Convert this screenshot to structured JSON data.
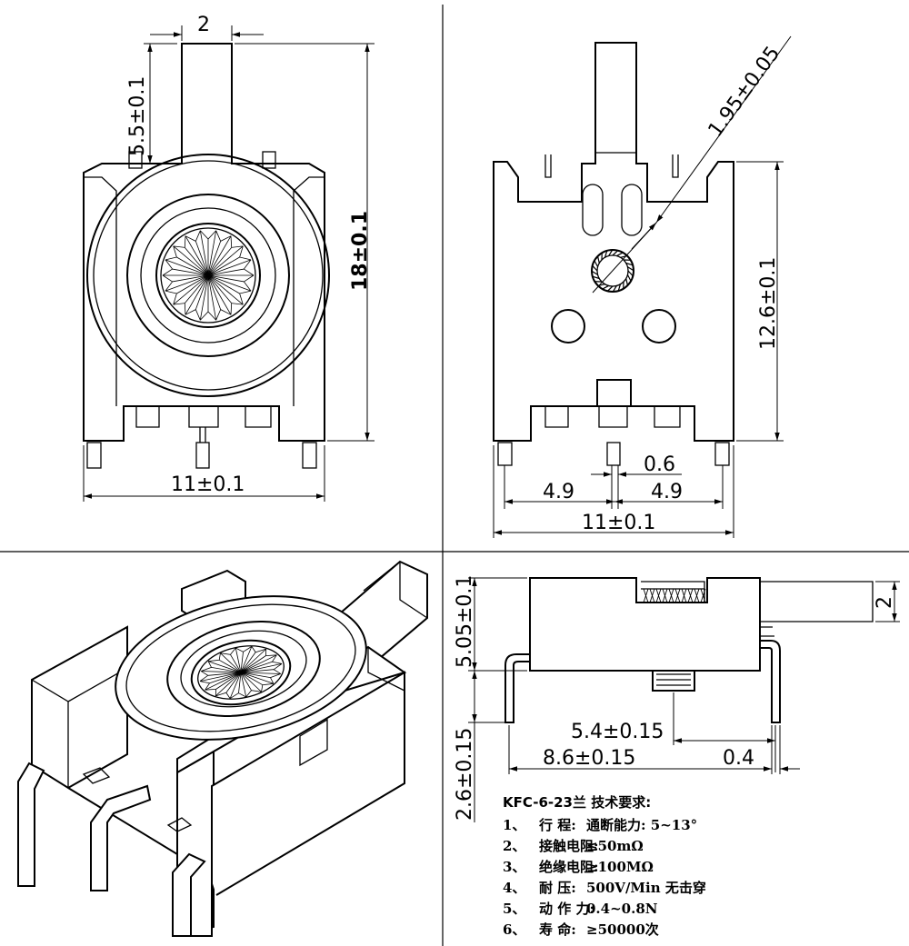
{
  "top_left_view": {
    "dim_width_top": "2",
    "dim_shaft": "5.5±0.1",
    "dim_height": "18±0.1",
    "dim_width": "11±0.1"
  },
  "top_right_view": {
    "dim_hole": "1.95±0.05",
    "dim_height": "12.6±0.1",
    "dim_pin_width": "0.6",
    "dim_pitch_left": "4.9",
    "dim_pitch_right": "4.9",
    "dim_width": "11±0.1"
  },
  "side_view": {
    "dim_top": "5.05±0.1",
    "dim_lead": "2.6±0.15",
    "dim_shaft_end": "2",
    "dim_mid": "5.4±0.15",
    "dim_full": "8.6±0.15",
    "dim_thick": "0.4"
  },
  "notes": {
    "title": "KFC-6-23兰 技术要求:",
    "items": [
      {
        "num": "1、",
        "label": "行  程:",
        "value": "通断能力: 5~13°"
      },
      {
        "num": "2、",
        "label": "接触电阻:",
        "value": "≤50mΩ"
      },
      {
        "num": "3、",
        "label": "绝缘电阻:",
        "value": "≥100MΩ"
      },
      {
        "num": "4、",
        "label": "耐  压:",
        "value": "500V/Min  无击穿"
      },
      {
        "num": "5、",
        "label": "动 作 力:",
        "value": "0.4~0.8N"
      },
      {
        "num": "6、",
        "label": "寿  命:",
        "value": "≥50000次"
      }
    ]
  }
}
